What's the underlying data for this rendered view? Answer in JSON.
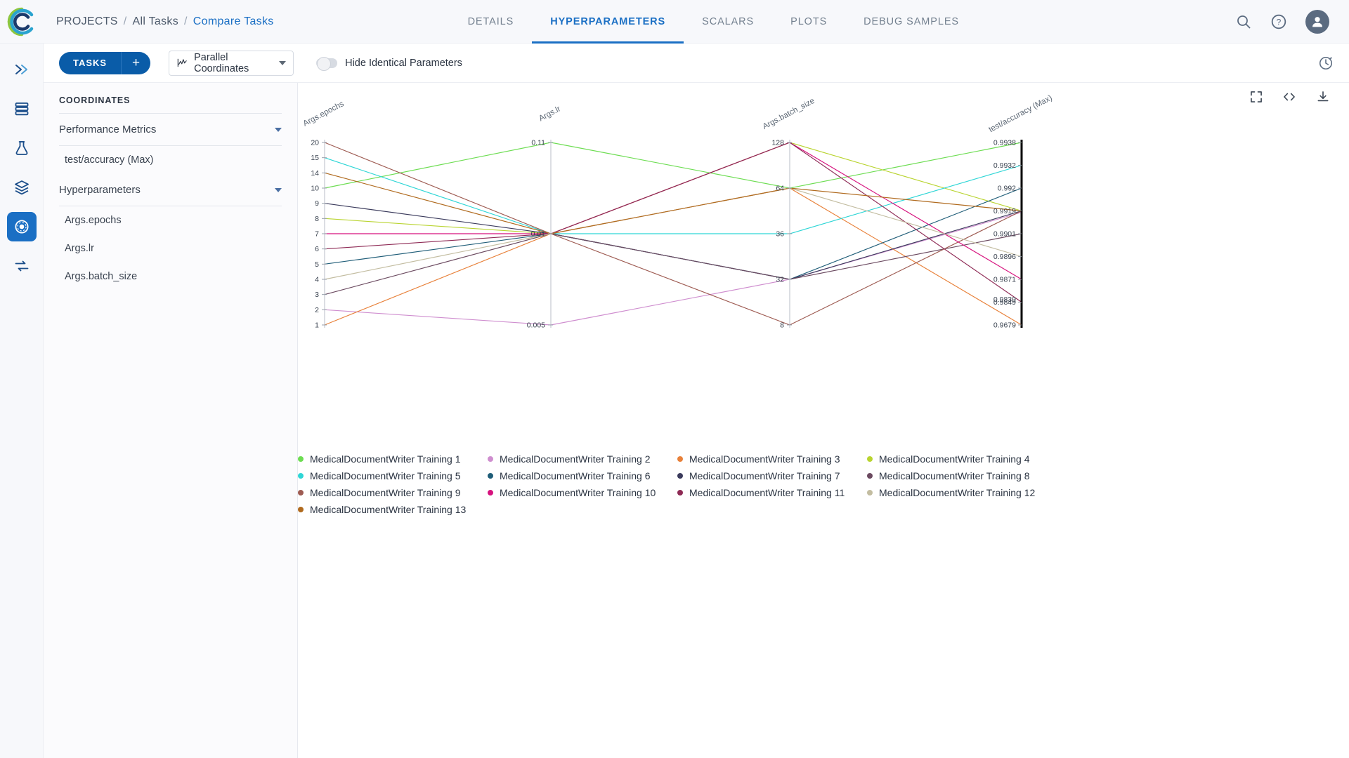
{
  "header": {
    "logo_icon": "clearml-logo-icon",
    "breadcrumb": [
      {
        "label": "PROJECTS",
        "current": false
      },
      {
        "label": "All Tasks",
        "current": false
      },
      {
        "label": "Compare Tasks",
        "current": true
      }
    ],
    "separator": "/",
    "tabs": [
      {
        "label": "DETAILS",
        "active": false
      },
      {
        "label": "HYPERPARAMETERS",
        "active": true
      },
      {
        "label": "SCALARS",
        "active": false
      },
      {
        "label": "PLOTS",
        "active": false
      },
      {
        "label": "DEBUG SAMPLES",
        "active": false
      }
    ],
    "actions": [
      {
        "name": "search-icon"
      },
      {
        "name": "help-icon"
      },
      {
        "name": "user-avatar-icon"
      }
    ]
  },
  "rail": {
    "items": [
      {
        "name": "pipelines-icon",
        "active": false
      },
      {
        "name": "datasets-icon",
        "active": false
      },
      {
        "name": "experiments-icon",
        "active": false
      },
      {
        "name": "models-icon",
        "active": false
      },
      {
        "name": "compare-icon",
        "active": true
      },
      {
        "name": "workers-icon",
        "active": false
      }
    ]
  },
  "toolbar": {
    "tasks_label": "TASKS",
    "add_label": "+",
    "plot_type": "Parallel Coordinates",
    "plot_type_icon": "chart-line-icon",
    "dropdown_icon": "caret-down-icon",
    "hide_identical_label": "Hide Identical Parameters",
    "hide_identical_on": false,
    "refresh_icon": "auto-refresh-icon"
  },
  "sidebar": {
    "title": "COORDINATES",
    "groups": [
      {
        "label": "Performance Metrics",
        "expanded": true,
        "items": [
          "test/accuracy (Max)"
        ]
      },
      {
        "label": "Hyperparameters",
        "expanded": true,
        "items": [
          "Args.epochs",
          "Args.lr",
          "Args.batch_size"
        ]
      }
    ]
  },
  "plot_tools": [
    {
      "name": "fullscreen-icon"
    },
    {
      "name": "code-embed-icon"
    },
    {
      "name": "download-icon"
    }
  ],
  "chart_data": {
    "type": "parallel-coordinates",
    "title": "",
    "axes": [
      {
        "name": "Args.epochs",
        "label": "Args.epochs",
        "ticks": [
          "20",
          "15",
          "14",
          "10",
          "9",
          "8",
          "7",
          "6",
          "5",
          "4",
          "3",
          "2",
          "1"
        ],
        "tick_values": [
          20,
          15,
          14,
          10,
          9,
          8,
          7,
          6,
          5,
          4,
          3,
          2,
          1
        ],
        "min": 1,
        "max": 20
      },
      {
        "name": "Args.lr",
        "label": "Args.lr",
        "ticks": [
          "0.11",
          "0.01",
          "0.005"
        ],
        "tick_values": [
          0.11,
          0.01,
          0.005
        ],
        "min": 0.005,
        "max": 0.11
      },
      {
        "name": "Args.batch_size",
        "label": "Args.batch_size",
        "ticks": [
          "128",
          "64",
          "36",
          "32",
          "8"
        ],
        "tick_values": [
          128,
          64,
          36,
          32,
          8
        ],
        "min": 8,
        "max": 128
      },
      {
        "name": "test/accuracy (Max)",
        "label": "test/accuracy (Max)",
        "ticks": [
          "0.9938",
          "0.9932",
          "0.992",
          "0.9919",
          "0.9901",
          "0.9896",
          "0.9871",
          "0.9849",
          "0.9679"
        ],
        "tick_values": [
          0.9938,
          0.9932,
          0.992,
          0.9919,
          0.9901,
          0.9896,
          0.9871,
          0.9849,
          0.9679
        ],
        "extra_tick": "0.9839",
        "min": 0.9679,
        "max": 0.9938
      }
    ],
    "series": [
      {
        "name": "MedicalDocumentWriter Training 1",
        "color": "#6ddd52",
        "values": {
          "epochs": 10,
          "lr": 0.11,
          "batch_size": 64,
          "accuracy": 0.9938
        }
      },
      {
        "name": "MedicalDocumentWriter Training 2",
        "color": "#cf8ecf",
        "values": {
          "epochs": 2,
          "lr": 0.005,
          "batch_size": 32,
          "accuracy": 0.9839
        }
      },
      {
        "name": "MedicalDocumentWriter Training 3",
        "color": "#e8813a",
        "values": {
          "epochs": 1,
          "lr": 0.01,
          "batch_size": 64,
          "accuracy": 0.9679
        }
      },
      {
        "name": "MedicalDocumentWriter Training 4",
        "color": "#b9d430",
        "values": {
          "epochs": 8,
          "lr": 0.01,
          "batch_size": 128,
          "accuracy": 0.9919
        }
      },
      {
        "name": "MedicalDocumentWriter Training 5",
        "color": "#2fd6d6",
        "values": {
          "epochs": 15,
          "lr": 0.01,
          "batch_size": 36,
          "accuracy": 0.9932
        }
      },
      {
        "name": "MedicalDocumentWriter Training 6",
        "color": "#1f5d78",
        "values": {
          "epochs": 5,
          "lr": 0.01,
          "batch_size": 32,
          "accuracy": 0.992
        }
      },
      {
        "name": "MedicalDocumentWriter Training 7",
        "color": "#3b3b5c",
        "values": {
          "epochs": 9,
          "lr": 0.01,
          "batch_size": 32,
          "accuracy": 0.9919
        }
      },
      {
        "name": "MedicalDocumentWriter Training 8",
        "color": "#6b4a60",
        "values": {
          "epochs": 3,
          "lr": 0.01,
          "batch_size": 32,
          "accuracy": 0.9901
        }
      },
      {
        "name": "MedicalDocumentWriter Training 9",
        "color": "#9e5b52",
        "values": {
          "epochs": 20,
          "lr": 0.01,
          "batch_size": 8,
          "accuracy": 0.9919
        }
      },
      {
        "name": "MedicalDocumentWriter Training 10",
        "color": "#d6127e",
        "values": {
          "epochs": 7,
          "lr": 0.01,
          "batch_size": 128,
          "accuracy": 0.9871
        }
      },
      {
        "name": "MedicalDocumentWriter Training 11",
        "color": "#8e2a55",
        "values": {
          "epochs": 6,
          "lr": 0.01,
          "batch_size": 128,
          "accuracy": 0.9849
        }
      },
      {
        "name": "MedicalDocumentWriter Training 12",
        "color": "#c3bda1",
        "values": {
          "epochs": 4,
          "lr": 0.01,
          "batch_size": 64,
          "accuracy": 0.9896
        }
      },
      {
        "name": "MedicalDocumentWriter Training 13",
        "color": "#b06a1e",
        "values": {
          "epochs": 14,
          "lr": 0.01,
          "batch_size": 64,
          "accuracy": 0.9919
        }
      }
    ]
  }
}
